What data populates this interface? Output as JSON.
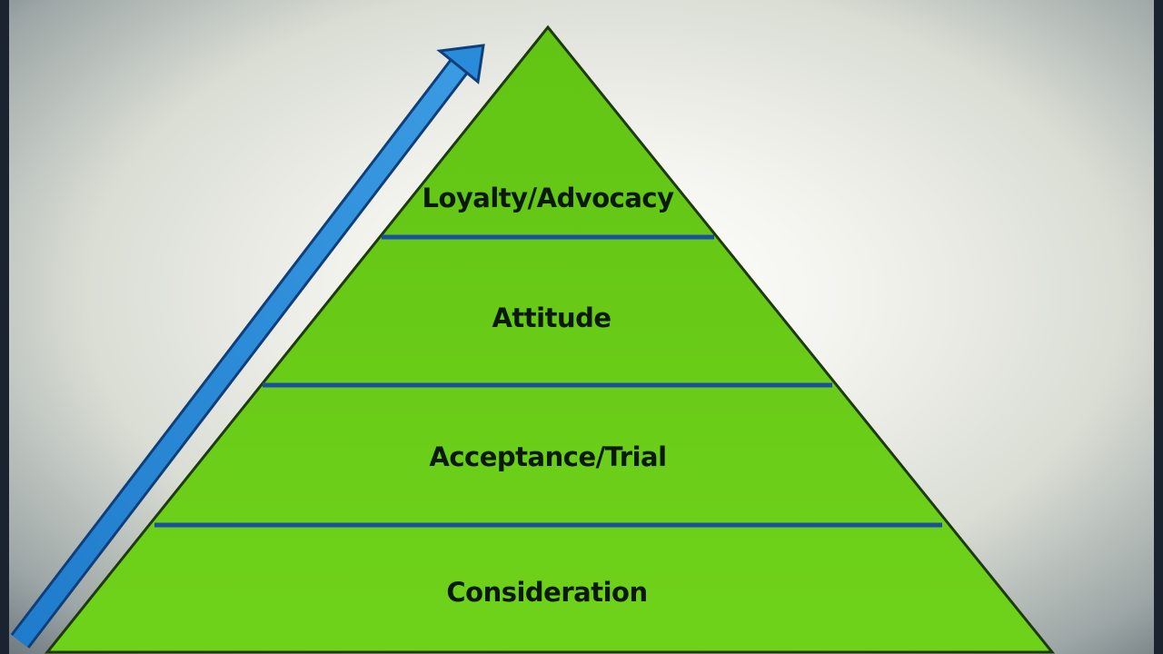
{
  "diagram": {
    "type": "pyramid",
    "tiers": [
      {
        "label": "Loyalty/Advocacy"
      },
      {
        "label": "Attitude"
      },
      {
        "label": "Acceptance/Trial"
      },
      {
        "label": "Consideration"
      }
    ],
    "colors": {
      "pyramid_fill": "#66cc14",
      "pyramid_edge": "#1f3a0a",
      "divider": "#1c4fa0",
      "arrow": "#2a8bd8"
    },
    "arrow_icon": "arrow-up-right-icon"
  }
}
